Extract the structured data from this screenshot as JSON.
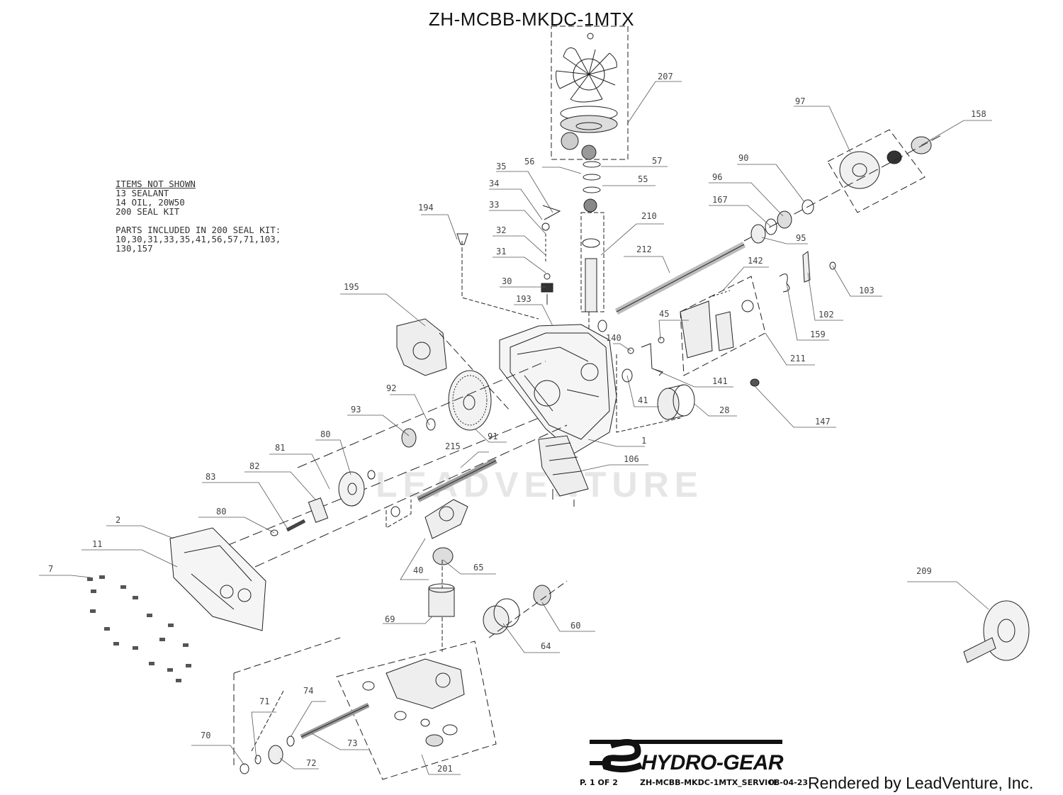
{
  "title": "ZH-MCBB-MKDC-1MTX",
  "notes": {
    "items_header": "ITEMS NOT SHOWN",
    "items": [
      "13 SEALANT",
      "14 OIL, 20W50",
      "200 SEAL KIT"
    ],
    "seal_kit_header": "PARTS INCLUDED IN 200 SEAL KIT:",
    "seal_kit_lines": [
      "10,30,31,33,35,41,56,57,71,103,",
      "130,157"
    ]
  },
  "watermark": "LEADVENTURE",
  "brand": "HYDRO-GEAR",
  "footer": {
    "page": "P. 1 OF 2",
    "doc": "ZH-MCBB-MKDC-1MTX_SERVICE",
    "date": "08-04-23",
    "rendered_by": "Rendered by LeadVenture, Inc."
  },
  "callouts": [
    {
      "id": "207",
      "label": "207"
    },
    {
      "id": "35",
      "label": "35"
    },
    {
      "id": "56",
      "label": "56"
    },
    {
      "id": "57",
      "label": "57"
    },
    {
      "id": "34",
      "label": "34"
    },
    {
      "id": "55",
      "label": "55"
    },
    {
      "id": "33",
      "label": "33"
    },
    {
      "id": "194",
      "label": "194"
    },
    {
      "id": "32",
      "label": "32"
    },
    {
      "id": "210",
      "label": "210"
    },
    {
      "id": "31",
      "label": "31"
    },
    {
      "id": "30",
      "label": "30"
    },
    {
      "id": "195",
      "label": "195"
    },
    {
      "id": "193",
      "label": "193"
    },
    {
      "id": "97",
      "label": "97"
    },
    {
      "id": "158",
      "label": "158"
    },
    {
      "id": "90",
      "label": "90"
    },
    {
      "id": "96",
      "label": "96"
    },
    {
      "id": "167",
      "label": "167"
    },
    {
      "id": "95",
      "label": "95"
    },
    {
      "id": "212",
      "label": "212"
    },
    {
      "id": "142",
      "label": "142"
    },
    {
      "id": "103",
      "label": "103"
    },
    {
      "id": "102",
      "label": "102"
    },
    {
      "id": "159",
      "label": "159"
    },
    {
      "id": "45",
      "label": "45"
    },
    {
      "id": "140",
      "label": "140"
    },
    {
      "id": "211",
      "label": "211"
    },
    {
      "id": "141",
      "label": "141"
    },
    {
      "id": "41",
      "label": "41"
    },
    {
      "id": "28",
      "label": "28"
    },
    {
      "id": "147",
      "label": "147"
    },
    {
      "id": "1",
      "label": "1"
    },
    {
      "id": "106",
      "label": "106"
    },
    {
      "id": "92",
      "label": "92"
    },
    {
      "id": "93",
      "label": "93"
    },
    {
      "id": "91",
      "label": "91"
    },
    {
      "id": "215",
      "label": "215"
    },
    {
      "id": "80a",
      "label": "80"
    },
    {
      "id": "81",
      "label": "81"
    },
    {
      "id": "83",
      "label": "83"
    },
    {
      "id": "82",
      "label": "82"
    },
    {
      "id": "80b",
      "label": "80"
    },
    {
      "id": "2",
      "label": "2"
    },
    {
      "id": "11",
      "label": "11"
    },
    {
      "id": "7",
      "label": "7"
    },
    {
      "id": "40",
      "label": "40"
    },
    {
      "id": "65",
      "label": "65"
    },
    {
      "id": "69",
      "label": "69"
    },
    {
      "id": "60",
      "label": "60"
    },
    {
      "id": "64",
      "label": "64"
    },
    {
      "id": "209",
      "label": "209"
    },
    {
      "id": "74",
      "label": "74"
    },
    {
      "id": "71",
      "label": "71"
    },
    {
      "id": "70",
      "label": "70"
    },
    {
      "id": "73",
      "label": "73"
    },
    {
      "id": "72",
      "label": "72"
    },
    {
      "id": "201",
      "label": "201"
    }
  ]
}
